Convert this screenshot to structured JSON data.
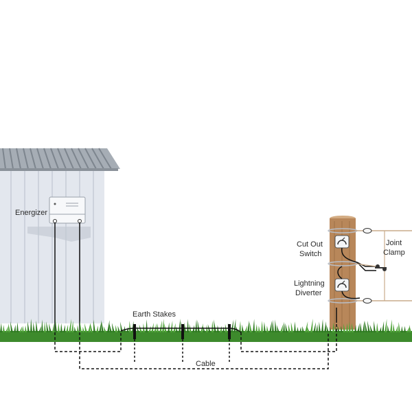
{
  "labels": {
    "energizer": "Energizer",
    "earth_stakes": "Earth Stakes",
    "cable": "Cable",
    "cut_out_switch_line1": "Cut Out",
    "cut_out_switch_line2": "Switch",
    "lightning_diverter_line1": "Lightning",
    "lightning_diverter_line2": "Diverter",
    "joint_clamp_line1": "Joint",
    "joint_clamp_line2": "Clamp"
  },
  "colors": {
    "shed_wall": "#dfe4ec",
    "shed_roof": "#9aa2ab",
    "grass": "#3f8a2e",
    "post": "#b8875a",
    "wire": "#111111",
    "fence_wire": "#c7a98a"
  }
}
